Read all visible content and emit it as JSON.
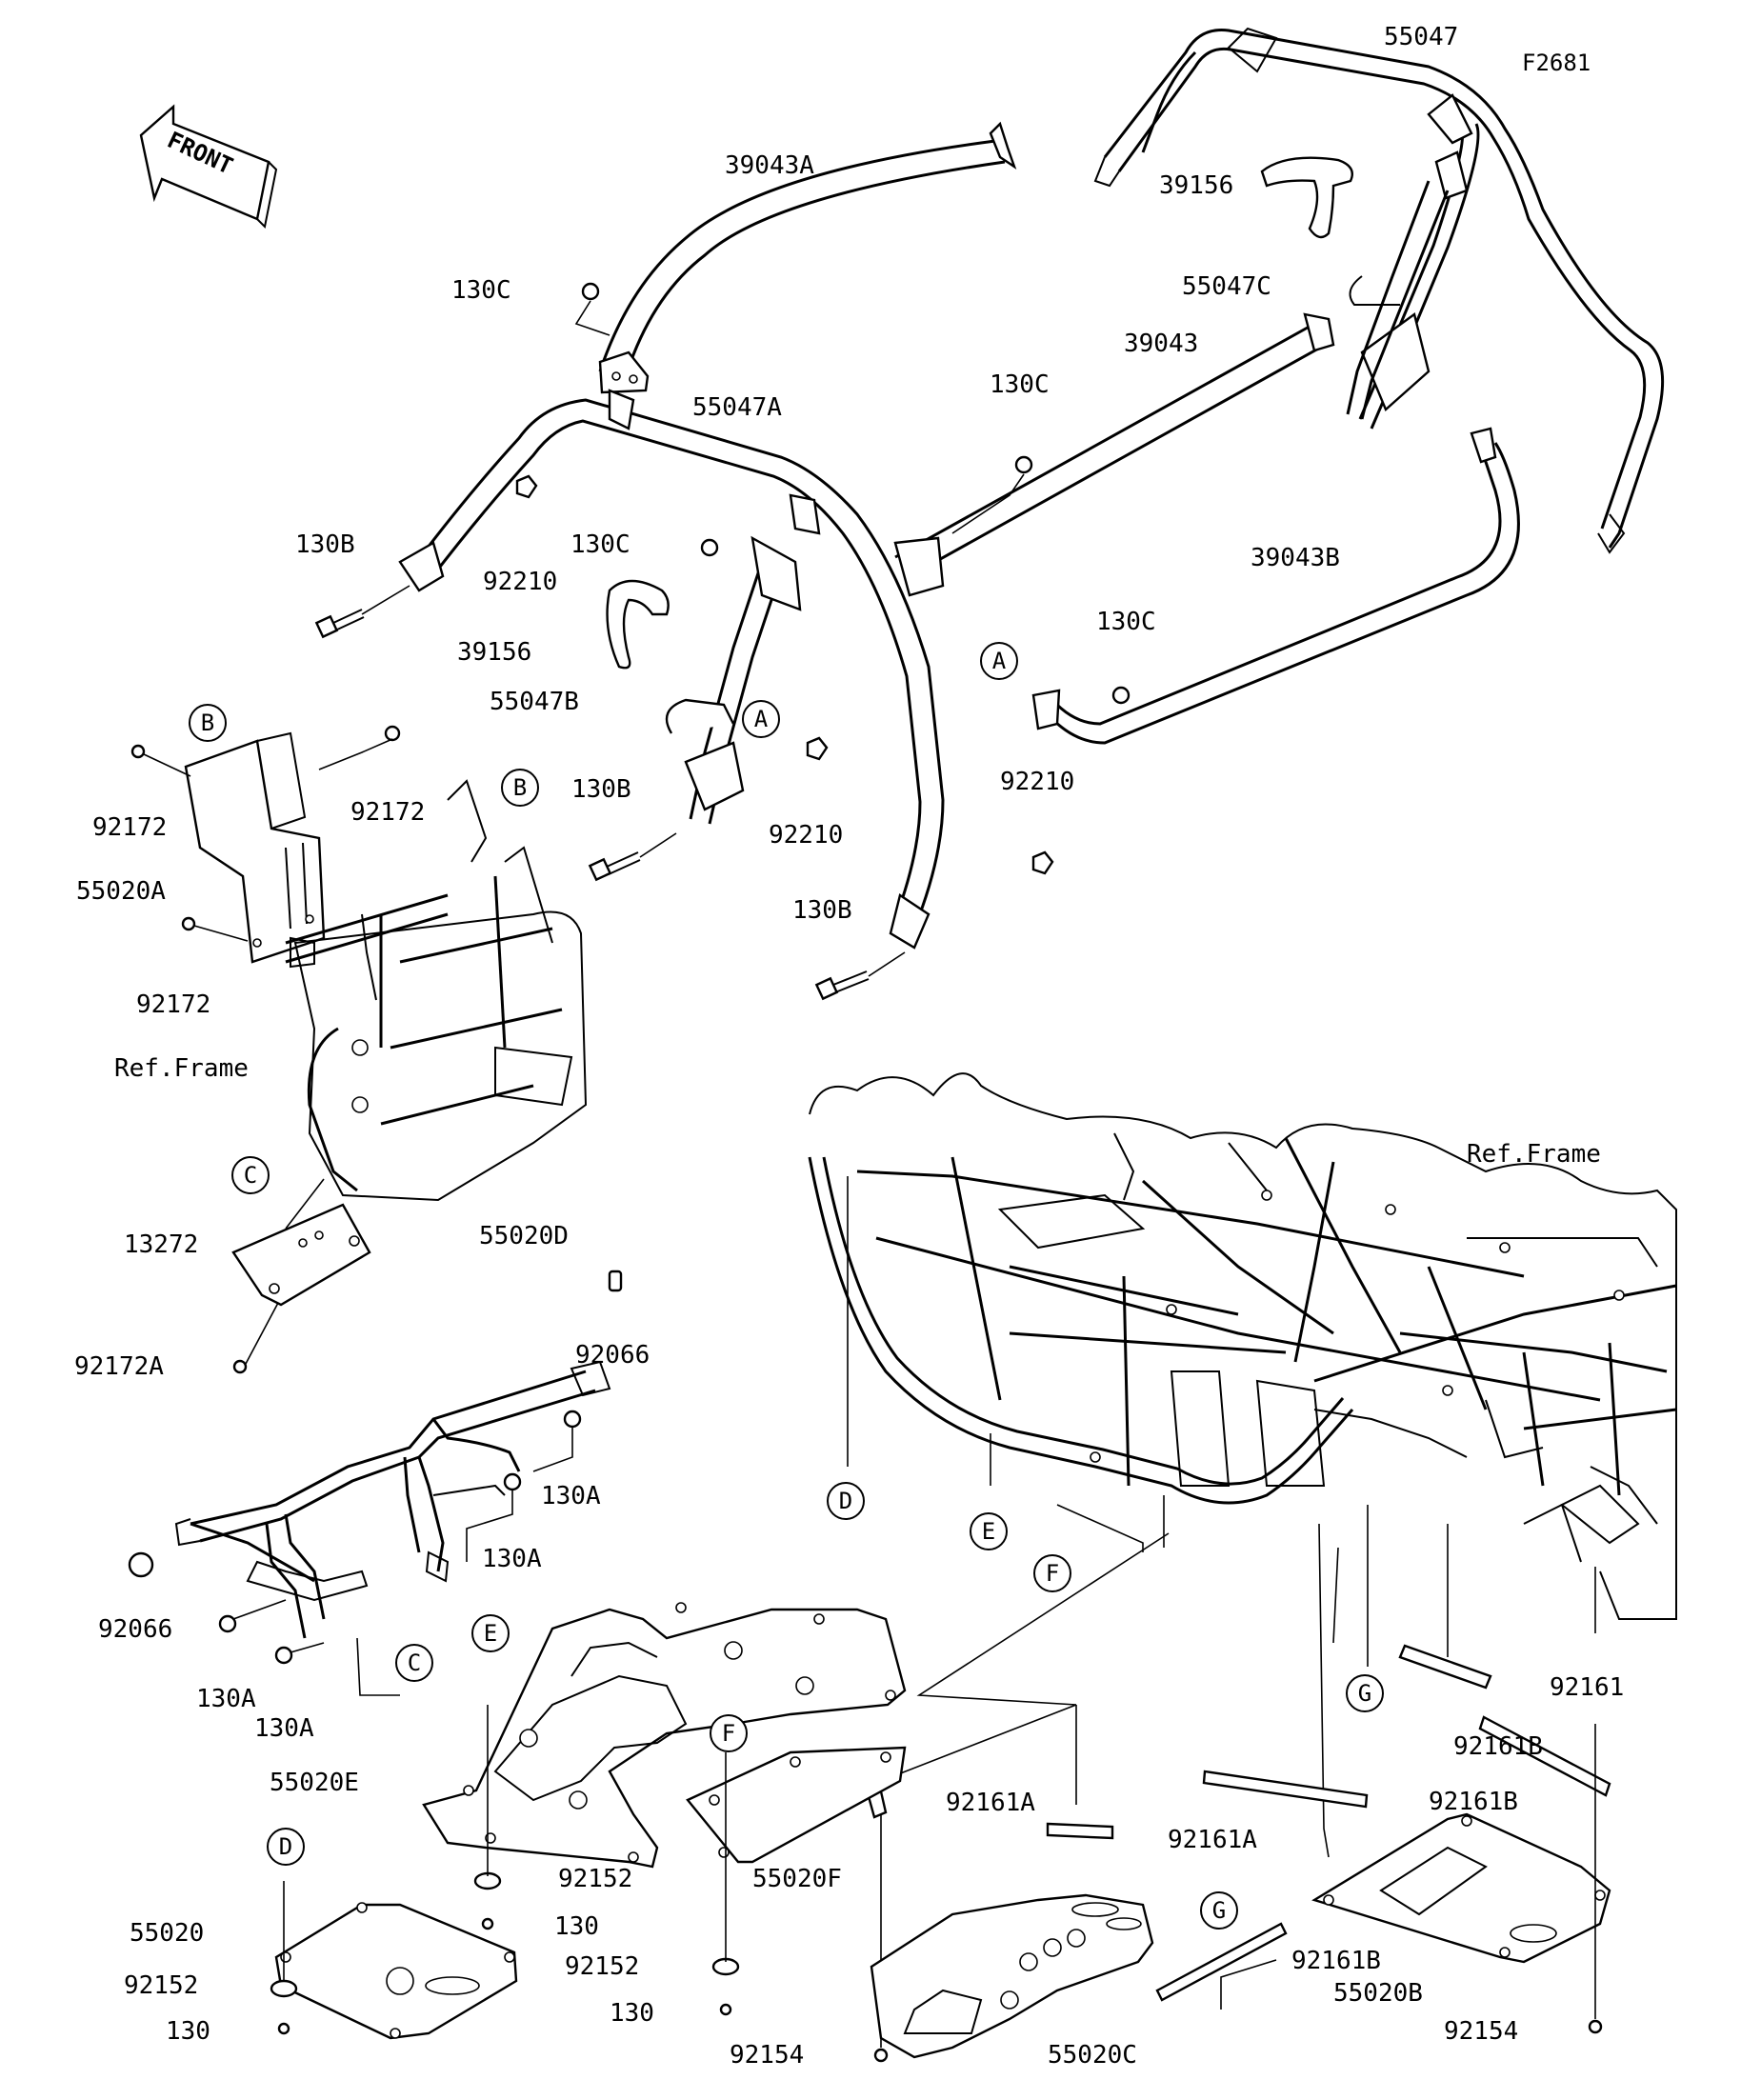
{
  "figure_id": "F2681",
  "front_arrow": {
    "text": "FRONT"
  },
  "ref_frame": {
    "text": "Ref.Frame"
  },
  "parts": [
    {
      "text": "55047"
    },
    {
      "text": "39043A"
    },
    {
      "text": "39156"
    },
    {
      "text": "55047C"
    },
    {
      "text": "130C"
    },
    {
      "text": "39043"
    },
    {
      "text": "130C"
    },
    {
      "text": "55047A"
    },
    {
      "text": "130B"
    },
    {
      "text": "92210"
    },
    {
      "text": "130C"
    },
    {
      "text": "39043B"
    },
    {
      "text": "130C"
    },
    {
      "text": "39156"
    },
    {
      "text": "55047B"
    },
    {
      "text": "92172"
    },
    {
      "text": "92172"
    },
    {
      "text": "130B"
    },
    {
      "text": "92210"
    },
    {
      "text": "92210"
    },
    {
      "text": "55020A"
    },
    {
      "text": "92172"
    },
    {
      "text": "130B"
    },
    {
      "text": "Ref.Frame"
    },
    {
      "text": "Ref.Frame"
    },
    {
      "text": "13272"
    },
    {
      "text": "55020D"
    },
    {
      "text": "92172A"
    },
    {
      "text": "92066"
    },
    {
      "text": "130A"
    },
    {
      "text": "130A"
    },
    {
      "text": "92066"
    },
    {
      "text": "130A"
    },
    {
      "text": "130A"
    },
    {
      "text": "92161"
    },
    {
      "text": "55020E"
    },
    {
      "text": "92161A"
    },
    {
      "text": "92161B"
    },
    {
      "text": "92161B"
    },
    {
      "text": "92161A"
    },
    {
      "text": "92152"
    },
    {
      "text": "130"
    },
    {
      "text": "55020F"
    },
    {
      "text": "55020"
    },
    {
      "text": "92152"
    },
    {
      "text": "130"
    },
    {
      "text": "92152"
    },
    {
      "text": "130"
    },
    {
      "text": "92161B"
    },
    {
      "text": "55020B"
    },
    {
      "text": "92154"
    },
    {
      "text": "55020C"
    },
    {
      "text": "92154"
    }
  ],
  "refs": [
    {
      "text": "A"
    },
    {
      "text": "A"
    },
    {
      "text": "B"
    },
    {
      "text": "B"
    },
    {
      "text": "C"
    },
    {
      "text": "C"
    },
    {
      "text": "D"
    },
    {
      "text": "D"
    },
    {
      "text": "E"
    },
    {
      "text": "E"
    },
    {
      "text": "F"
    },
    {
      "text": "F"
    },
    {
      "text": "G"
    },
    {
      "text": "G"
    }
  ]
}
